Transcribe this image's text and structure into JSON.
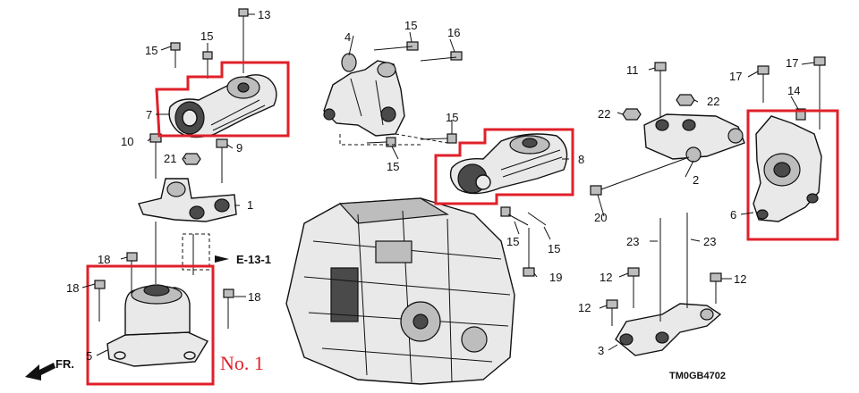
{
  "callouts": {
    "c1": "1",
    "c2": "2",
    "c3": "3",
    "c4": "4",
    "c5": "5",
    "c6": "6",
    "c7": "7",
    "c8": "8",
    "c9": "9",
    "c10": "10",
    "c11": "11",
    "c12a": "12",
    "c12b": "12",
    "c12c": "12",
    "c13": "13",
    "c14": "14",
    "c15a": "15",
    "c15b": "15",
    "c15c": "15",
    "c15d": "15",
    "c15e": "15",
    "c15f": "15",
    "c16": "16",
    "c17a": "17",
    "c17b": "17",
    "c18a": "18",
    "c18b": "18",
    "c18c": "18",
    "c19": "19",
    "c20": "20",
    "c21": "21",
    "c22a": "22",
    "c22b": "22",
    "c23a": "23",
    "c23b": "23"
  },
  "reference": "E-13-1",
  "front_arrow": "FR.",
  "handwritten_note": "No. 1",
  "diagram_code": "TM0GB4702",
  "colors": {
    "highlight": "#e0202a",
    "ink": "#111111"
  }
}
